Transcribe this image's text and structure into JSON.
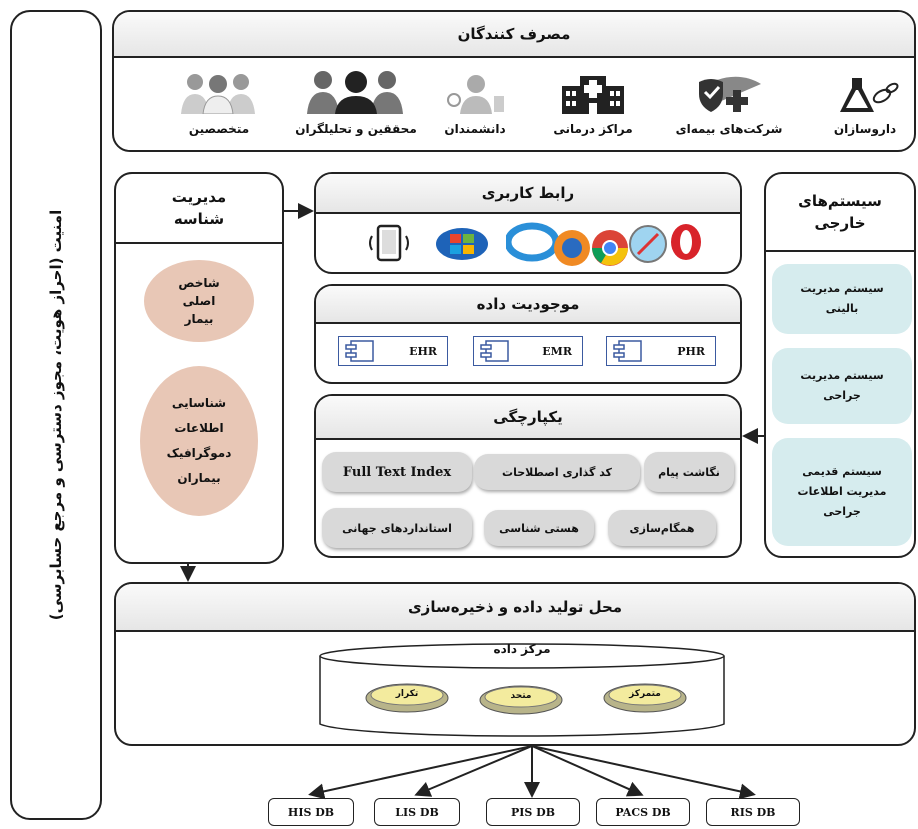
{
  "security_sidebar": {
    "label": "امنیت (احراز هویت، مجوز دسترسی و مرجع حسابرسی)"
  },
  "consumers": {
    "title": "مصرف کنندگان",
    "items": [
      {
        "label": "داروسازان",
        "icon": "pharmacy-flask-pills-icon"
      },
      {
        "label": "شرکت‌های بیمه‌ای",
        "icon": "insurance-shield-umbrella-icon"
      },
      {
        "label": "مراکز درمانی",
        "icon": "hospital-building-icon"
      },
      {
        "label": "دانشمندان",
        "icon": "scientist-icon"
      },
      {
        "label": "محققین و تحلیلگران",
        "icon": "researchers-group-icon"
      },
      {
        "label": "متخصصین",
        "icon": "doctors-group-icon"
      }
    ]
  },
  "identity": {
    "title_line1": "مدیریت",
    "title_line2": "شناسه",
    "oval1": [
      "شاخص",
      "اصلی",
      "بیمار"
    ],
    "oval2": [
      "شناسایی",
      "اطلاعات",
      "دموگرافیک",
      "بیماران"
    ]
  },
  "ui": {
    "title": "رابط کاربری",
    "icons": [
      "mobile-device-icon",
      "windows-logo-icon",
      "browser-logos-icon"
    ]
  },
  "data_entity": {
    "title": "موجودیت داده",
    "repos": [
      "EHR",
      "EMR",
      "PHR"
    ]
  },
  "integration": {
    "title": "یکپارچگی",
    "items": [
      "Full Text Index",
      "کد گذاری اصطلاحات",
      "نگاشت پیام",
      "استانداردهای جهانی",
      "هستی شناسی",
      "همگام‌سازی"
    ]
  },
  "external": {
    "title_line1": "سیستم‌های",
    "title_line2": "خارجی",
    "items": [
      [
        "سیستم مدیریت",
        "بالینی"
      ],
      [
        "سیستم مدیریت",
        "جراحی"
      ],
      [
        "سیستم قدیمی",
        "مدیریت اطلاعات",
        "جراحی"
      ]
    ]
  },
  "storage": {
    "title": "محل تولید داده و ذخیره‌سازی",
    "datacenter": "مرکز داده",
    "disks": [
      "تکرار",
      "متحد",
      "متمرکز"
    ]
  },
  "databases": [
    "HIS DB",
    "LIS DB",
    "PIS DB",
    "PACS DB",
    "RIS DB"
  ],
  "colors": {
    "teal": "#d6ecee",
    "oval": "#e8c7b6",
    "pill": "#d9d9d9",
    "repo_border": "#3b5aa0"
  }
}
